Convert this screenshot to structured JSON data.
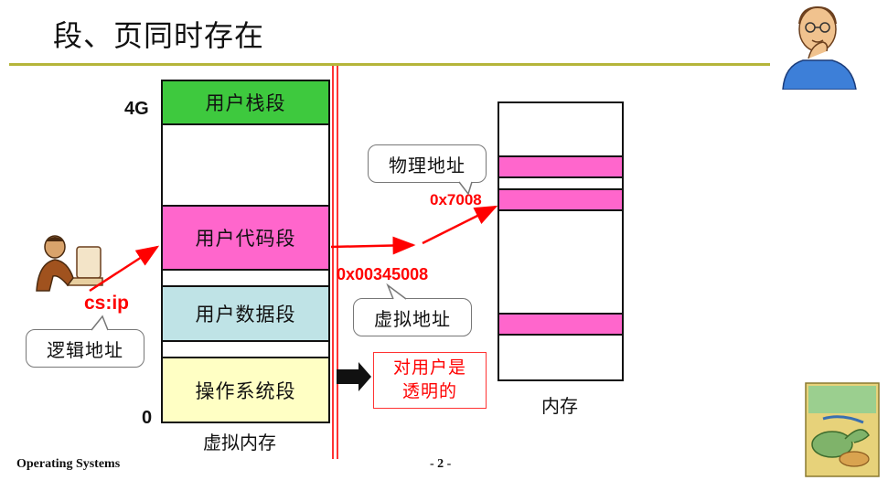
{
  "title": "段、页同时存在",
  "virtual_memory": {
    "top_label": "4G",
    "bottom_label": "0",
    "caption": "虚拟内存",
    "segments": {
      "stack": "用户栈段",
      "code": "用户代码段",
      "data": "用户数据段",
      "os": "操作系统段"
    }
  },
  "logical_address": {
    "value": "cs:ip",
    "callout": "逻辑地址"
  },
  "virtual_address": {
    "value": "0x00345008",
    "callout": "虚拟地址"
  },
  "physical_address": {
    "value": "0x7008",
    "callout": "物理地址"
  },
  "physical_memory": {
    "caption": "内存"
  },
  "note": {
    "line1": "对用户是",
    "line2": "透明的"
  },
  "footer": {
    "course": "Operating Systems",
    "page": "- 2 -"
  },
  "colors": {
    "stack_segment": "#3ec93e",
    "code_segment": "#ff66cc",
    "data_segment": "#bfe3e6",
    "os_segment": "#ffffc4",
    "arrow": "#ff0000",
    "title_rule": "#b5b53a",
    "divider": "#ff3333"
  },
  "icons": {
    "thinking_person": "thinking-man-icon",
    "computer_user": "computer-user-icon",
    "book_cover": "dinosaur-book-icon"
  }
}
